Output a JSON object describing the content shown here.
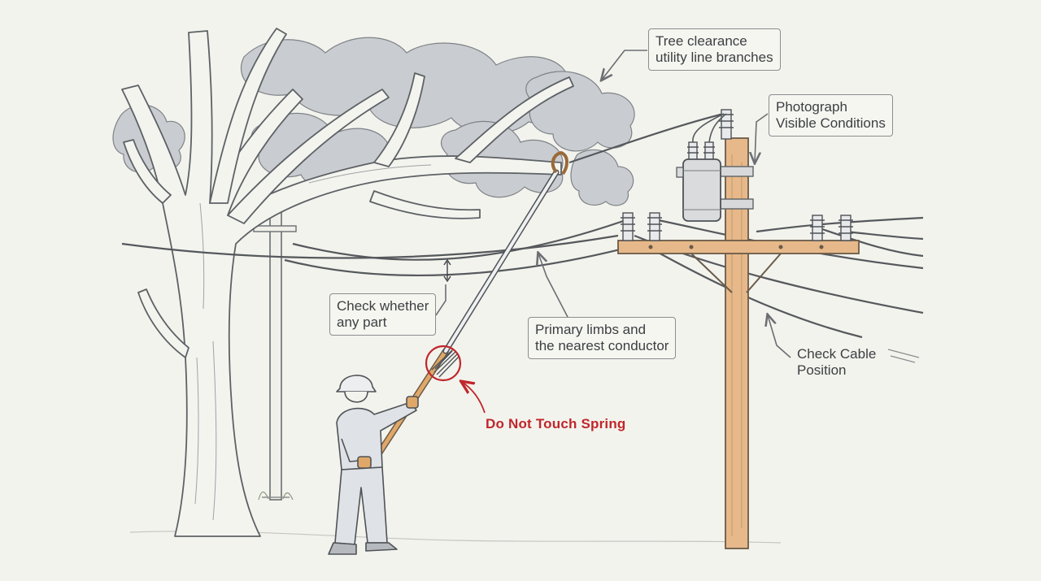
{
  "callouts": {
    "tree_clearance": {
      "line1": "Tree clearance",
      "line2": "utility line branches"
    },
    "photograph": {
      "line1": "Photograph",
      "line2": "Visible Conditions"
    },
    "check_whether": {
      "line1": "Check whether",
      "line2": "any part"
    },
    "primary_limbs": {
      "line1": "Primary limbs and",
      "line2": "the nearest conductor"
    },
    "check_cable": {
      "line1": "Check Cable",
      "line2": "Position"
    },
    "warning": {
      "text": "Do Not Touch Spring"
    }
  },
  "colors": {
    "background": "#f3f3ed",
    "line_art": "#5d6266",
    "foliage": "#c9ccd0",
    "wood": "#e7b98a",
    "warning": "#c0262b",
    "hardhat": "#eceef0"
  }
}
